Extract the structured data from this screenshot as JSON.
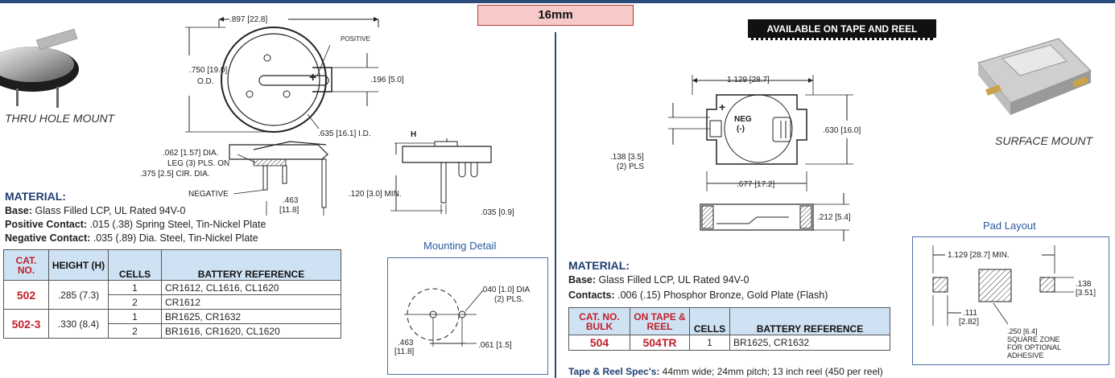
{
  "header": {
    "title": "16mm",
    "tape_banner": "AVAILABLE ON TAPE AND REEL"
  },
  "left": {
    "photo_caption": "THRU HOLE MOUNT",
    "dims": {
      "width": ".897 [22.8]",
      "od_top": ".750 [19.0]",
      "od_bottom": "O.D.",
      "positive": "POSITIVE",
      "plus": "+",
      "pos_offset": ".196 [5.0]",
      "id": ".635 [16.1] I.D.",
      "leg_1": ".062 [1.57] DIA.",
      "leg_2": "LEG (3) PLS. ON",
      "leg_3": ".375 [2.5] CIR. DIA.",
      "negative": "NEGATIVE",
      "spacing_top": ".463",
      "spacing_bottom": "[11.8]",
      "h": "H",
      "min": ".120 [3.0] MIN.",
      "pin": ".035 [0.9]"
    },
    "material": {
      "heading": "MATERIAL:",
      "lines": [
        {
          "label": "Base:",
          "text": " Glass Filled LCP, UL Rated 94V-0"
        },
        {
          "label": "Positive Contact:",
          "text": " .015 (.38) Spring Steel, Tin-Nickel Plate"
        },
        {
          "label": "Negative Contact:",
          "text": " .035 (.89) Dia. Steel, Tin-Nickel Plate"
        }
      ]
    },
    "table": {
      "headers": [
        "CAT. NO.",
        "HEIGHT (H)",
        "CELLS",
        "BATTERY REFERENCE"
      ],
      "rows": [
        {
          "cat": "502",
          "height": ".285 (7.3)",
          "sub": [
            {
              "cells": "1",
              "ref": "CR1612, CL1616, CL1620"
            },
            {
              "cells": "2",
              "ref": "CR1612"
            }
          ]
        },
        {
          "cat": "502-3",
          "height": ".330 (8.4)",
          "sub": [
            {
              "cells": "1",
              "ref": "BR1625, CR1632"
            },
            {
              "cells": "2",
              "ref": "BR1616, CR1620, CL1620"
            }
          ]
        }
      ]
    },
    "mounting": {
      "title": "Mounting Detail",
      "hole_1": ".040 [1.0] DIA",
      "hole_2": "(2) PLS.",
      "spacing_top": ".463",
      "spacing_bottom": "[11.8]",
      "offset": ".061 [1.5]"
    }
  },
  "right": {
    "photo_caption": "SURFACE MOUNT",
    "dims": {
      "width": "1.129 [28.7]",
      "plus": "+",
      "neg_1": "NEG",
      "neg_2": "(-)",
      "height": ".630 [16.0]",
      "pls_1": ".138 [3.5]",
      "pls_2": "(2) PLS",
      "pad_span": ".677 [17.2]",
      "side_h": ".212 [5.4]"
    },
    "material": {
      "heading": "MATERIAL:",
      "lines": [
        {
          "label": "Base:",
          "text": " Glass Filled LCP, UL Rated 94V-0"
        },
        {
          "label": "Contacts:",
          "text": " .006 (.15) Phosphor Bronze, Gold Plate (Flash)"
        }
      ]
    },
    "table": {
      "headers": [
        "CAT. NO. BULK",
        "ON TAPE & REEL",
        "CELLS",
        "BATTERY REFERENCE"
      ],
      "row": {
        "bulk": "504",
        "tape": "504TR",
        "cells": "1",
        "ref": "BR1625, CR1632"
      }
    },
    "pad": {
      "title": "Pad Layout",
      "min": "1.129 [28.7] MIN.",
      "side": ".138 [3.51]",
      "gap_1": ".111",
      "gap_2": "[2.82]",
      "zone_1": ".250 [6.4]",
      "zone_2": "SQUARE ZONE",
      "zone_3": "FOR OPTIONAL",
      "zone_4": "ADHESIVE"
    },
    "footnote": {
      "label": "Tape & Reel Spec's:",
      "text": " 44mm wide; 24mm pitch; 13 inch reel (450 per reel)"
    }
  }
}
